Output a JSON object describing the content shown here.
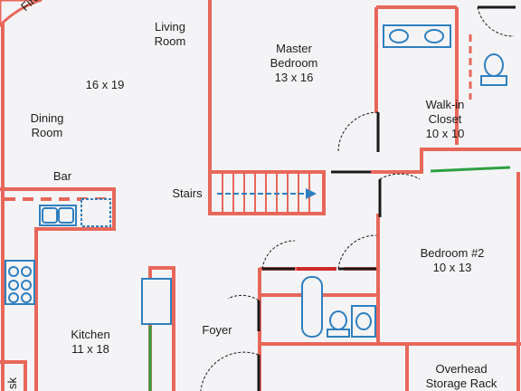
{
  "rooms": {
    "fireplace": "Firep",
    "living": {
      "name_line1": "Living",
      "name_line2": "Room"
    },
    "living_dining_size": "16 x 19",
    "dining": {
      "name_line1": "Dining",
      "name_line2": "Room"
    },
    "bar": "Bar",
    "master": {
      "name_line1": "Master",
      "name_line2": "Bedroom",
      "size": "13 x 16"
    },
    "walkin": {
      "name_line1": "Walk-in",
      "name_line2": "Closet",
      "size": "10 x 10"
    },
    "stairs": "Stairs",
    "bedroom2": {
      "name": "Bedroom #2",
      "size": "10 x 13"
    },
    "kitchen": {
      "name": "Kitchen",
      "size": "11 x 18"
    },
    "foyer": "Foyer",
    "storage": {
      "name_line1": "Overhead",
      "name_line2": "Storage Rack"
    },
    "desk": "sk"
  },
  "colors": {
    "wall": "#e8675a",
    "door": "#1a1a1a",
    "fixture": "#2f7fbf",
    "closet_rod": "#2ea043",
    "floor": "#f4f4f6"
  }
}
